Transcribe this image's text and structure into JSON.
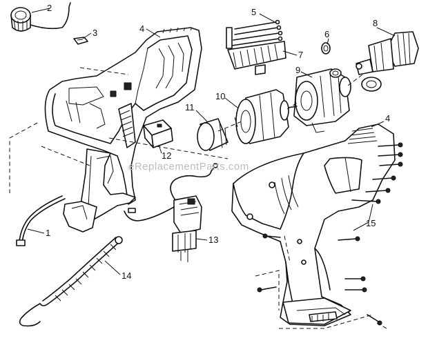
{
  "watermark": "eReplacementParts.com",
  "callouts": [
    {
      "id": "1",
      "label": "1"
    },
    {
      "id": "2",
      "label": "2"
    },
    {
      "id": "3",
      "label": "3"
    },
    {
      "id": "4a",
      "label": "4"
    },
    {
      "id": "4b",
      "label": "4"
    },
    {
      "id": "5",
      "label": "5"
    },
    {
      "id": "6",
      "label": "6"
    },
    {
      "id": "7",
      "label": "7"
    },
    {
      "id": "8",
      "label": "8"
    },
    {
      "id": "9",
      "label": "9"
    },
    {
      "id": "10",
      "label": "10"
    },
    {
      "id": "11",
      "label": "11"
    },
    {
      "id": "12",
      "label": "12"
    },
    {
      "id": "13",
      "label": "13"
    },
    {
      "id": "14",
      "label": "14"
    },
    {
      "id": "15",
      "label": "15"
    }
  ]
}
